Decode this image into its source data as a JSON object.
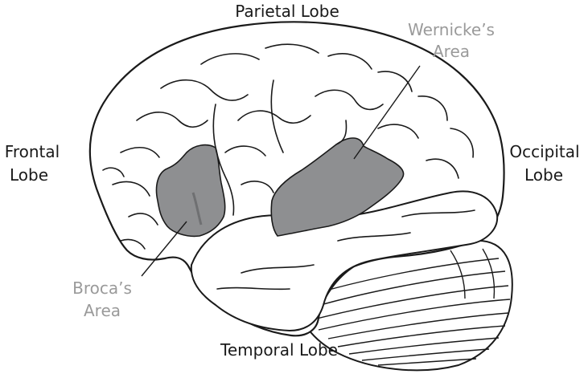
{
  "labels": {
    "parietal": "Parietal Lobe",
    "frontal_line1": "Frontal",
    "frontal_line2": "Lobe",
    "occipital_line1": "Occipital",
    "occipital_line2": "Lobe",
    "temporal": "Temporal Lobe",
    "wernicke_line1": "Wernicke’s",
    "wernicke_line2": "Area",
    "broca_line1": "Broca’s",
    "broca_line2": "Area"
  },
  "colors": {
    "outline": "#1a1a1a",
    "highlight_area": "#8e8f91",
    "lobe_label": "#1a1a1a",
    "area_label": "#9a9a9a",
    "background": "#ffffff"
  }
}
